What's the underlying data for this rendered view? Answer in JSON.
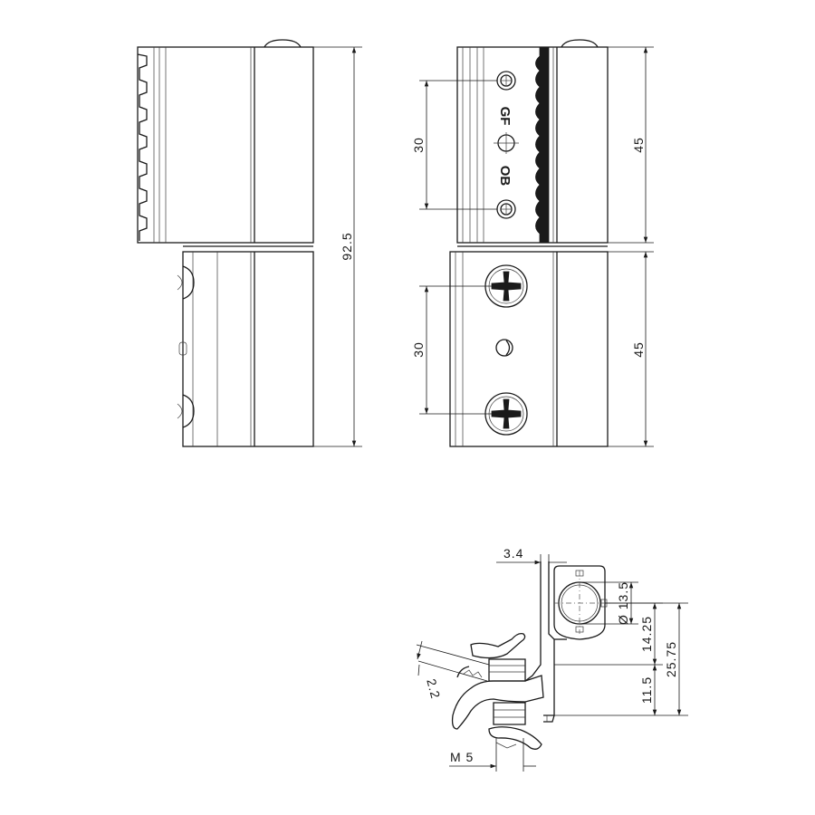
{
  "dimensions": {
    "total_height": "92.5",
    "upper_height": "45",
    "lower_height": "45",
    "upper_screw_spacing": "30",
    "lower_screw_spacing": "30",
    "offset": "3.4",
    "pin_diameter": "Ø 13.5",
    "pin_to_flange": "14.25",
    "overall_depth": "25.75",
    "flange_to_base": "11.5",
    "clamp_gap": "2.2",
    "thread": "M 5"
  },
  "markings": {
    "upper": "GF",
    "lower": "OB"
  }
}
